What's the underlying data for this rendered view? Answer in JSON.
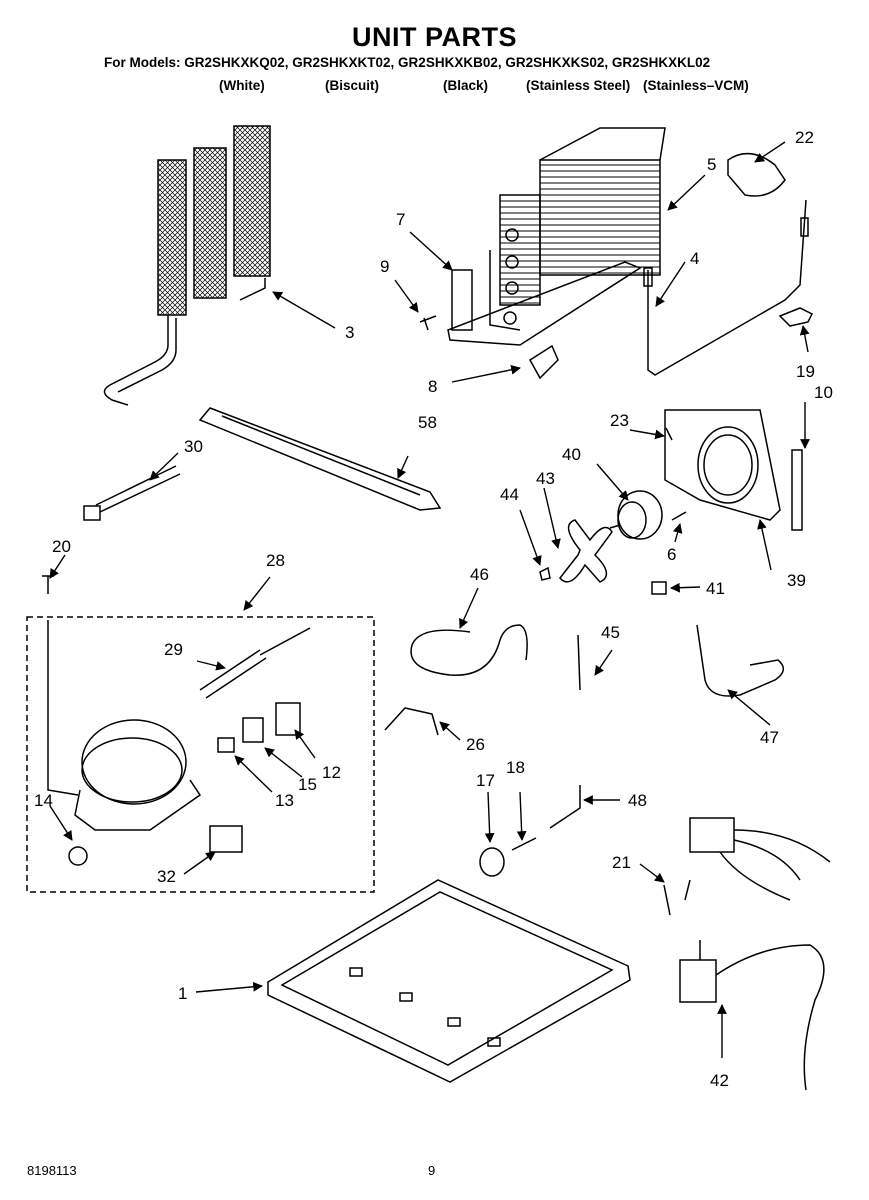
{
  "header": {
    "title": "UNIT PARTS",
    "models_line": "For Models: GR2SHKXKQ02, GR2SHKXKT02, GR2SHKXKB02, GR2SHKXKS02, GR2SHKXKL02",
    "colors": [
      "(White)",
      "(Biscuit)",
      "(Black)",
      "(Stainless Steel)",
      "(Stainless–VCM)"
    ]
  },
  "parts": [
    {
      "id": "part-1",
      "label": "1"
    },
    {
      "id": "part-3",
      "label": "3"
    },
    {
      "id": "part-4",
      "label": "4"
    },
    {
      "id": "part-5",
      "label": "5"
    },
    {
      "id": "part-6",
      "label": "6"
    },
    {
      "id": "part-7",
      "label": "7"
    },
    {
      "id": "part-8",
      "label": "8"
    },
    {
      "id": "part-9",
      "label": "9"
    },
    {
      "id": "part-10",
      "label": "10"
    },
    {
      "id": "part-12",
      "label": "12"
    },
    {
      "id": "part-13",
      "label": "13"
    },
    {
      "id": "part-14",
      "label": "14"
    },
    {
      "id": "part-15",
      "label": "15"
    },
    {
      "id": "part-17",
      "label": "17"
    },
    {
      "id": "part-18",
      "label": "18"
    },
    {
      "id": "part-19",
      "label": "19"
    },
    {
      "id": "part-20",
      "label": "20"
    },
    {
      "id": "part-21",
      "label": "21"
    },
    {
      "id": "part-22",
      "label": "22"
    },
    {
      "id": "part-23",
      "label": "23"
    },
    {
      "id": "part-26",
      "label": "26"
    },
    {
      "id": "part-28",
      "label": "28"
    },
    {
      "id": "part-29",
      "label": "29"
    },
    {
      "id": "part-30",
      "label": "30"
    },
    {
      "id": "part-32",
      "label": "32"
    },
    {
      "id": "part-39",
      "label": "39"
    },
    {
      "id": "part-40",
      "label": "40"
    },
    {
      "id": "part-41",
      "label": "41"
    },
    {
      "id": "part-42",
      "label": "42"
    },
    {
      "id": "part-43",
      "label": "43"
    },
    {
      "id": "part-44",
      "label": "44"
    },
    {
      "id": "part-45",
      "label": "45"
    },
    {
      "id": "part-46",
      "label": "46"
    },
    {
      "id": "part-47",
      "label": "47"
    },
    {
      "id": "part-48",
      "label": "48"
    },
    {
      "id": "part-58",
      "label": "58"
    }
  ],
  "footer": {
    "doc_number": "8198113",
    "page_number": "9"
  }
}
